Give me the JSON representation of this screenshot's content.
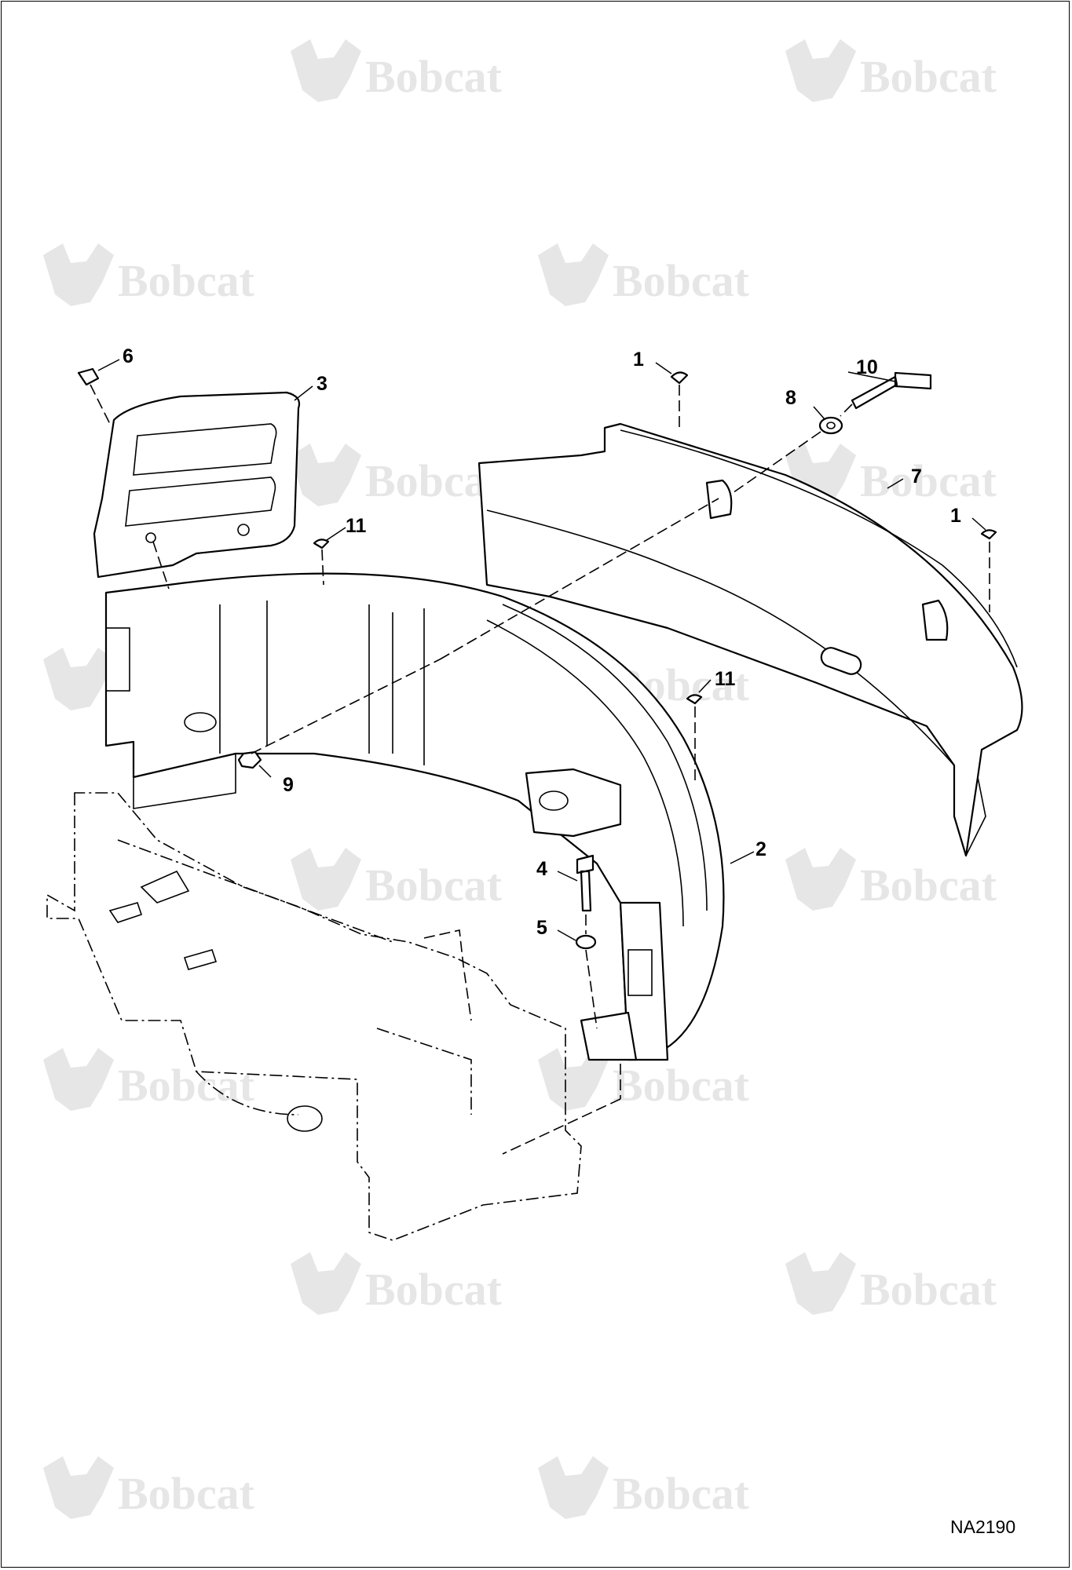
{
  "watermark": {
    "text": "Bobcat"
  },
  "callouts": [
    {
      "id": "c1a",
      "label": "1"
    },
    {
      "id": "c1b",
      "label": "1"
    },
    {
      "id": "c2",
      "label": "2"
    },
    {
      "id": "c3",
      "label": "3"
    },
    {
      "id": "c4",
      "label": "4"
    },
    {
      "id": "c5",
      "label": "5"
    },
    {
      "id": "c6",
      "label": "6"
    },
    {
      "id": "c7",
      "label": "7"
    },
    {
      "id": "c8",
      "label": "8"
    },
    {
      "id": "c9",
      "label": "9"
    },
    {
      "id": "c10",
      "label": "10"
    },
    {
      "id": "c11a",
      "label": "11"
    },
    {
      "id": "c11b",
      "label": "11"
    }
  ],
  "figure_id": "NA2190"
}
